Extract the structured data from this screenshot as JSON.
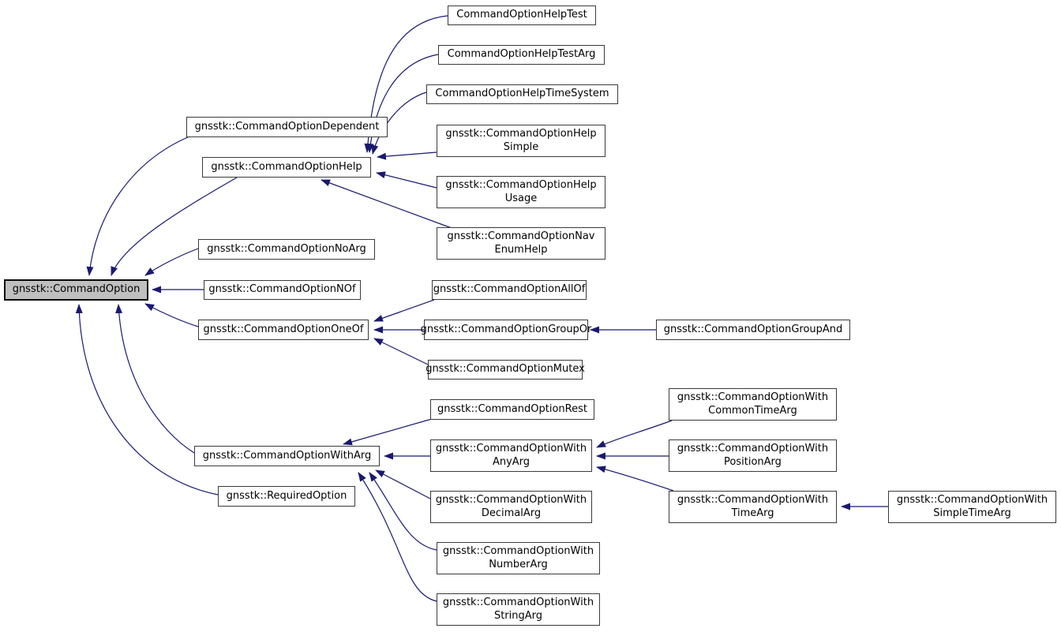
{
  "diagram": {
    "type": "class-inheritance-graph",
    "root_class": "gnsstk::CommandOption",
    "colors": {
      "edge": "#191970",
      "node_fill": "#ffffff",
      "node_border": "#3a3a3a",
      "root_fill": "#bfbfbf",
      "text": "#000000",
      "background": "#ffffff"
    },
    "nodes": [
      {
        "id": "command-option",
        "label": "gnsstk::CommandOption",
        "root": true
      },
      {
        "id": "dependent",
        "label": "gnsstk::CommandOptionDependent",
        "root": false
      },
      {
        "id": "help",
        "label": "gnsstk::CommandOptionHelp",
        "root": false
      },
      {
        "id": "help-test",
        "label": "CommandOptionHelpTest",
        "root": false
      },
      {
        "id": "help-test-arg",
        "label": "CommandOptionHelpTestArg",
        "root": false
      },
      {
        "id": "help-time-system",
        "label": "CommandOptionHelpTimeSystem",
        "root": false
      },
      {
        "id": "help-simple",
        "label": "gnsstk::CommandOptionHelp\nSimple",
        "root": false
      },
      {
        "id": "help-usage",
        "label": "gnsstk::CommandOptionHelp\nUsage",
        "root": false
      },
      {
        "id": "nav-enum-help",
        "label": "gnsstk::CommandOptionNav\nEnumHelp",
        "root": false
      },
      {
        "id": "no-arg",
        "label": "gnsstk::CommandOptionNoArg",
        "root": false
      },
      {
        "id": "nof",
        "label": "gnsstk::CommandOptionNOf",
        "root": false
      },
      {
        "id": "one-of",
        "label": "gnsstk::CommandOptionOneOf",
        "root": false
      },
      {
        "id": "all-of",
        "label": "gnsstk::CommandOptionAllOf",
        "root": false
      },
      {
        "id": "group-or",
        "label": "gnsstk::CommandOptionGroupOr",
        "root": false
      },
      {
        "id": "group-and",
        "label": "gnsstk::CommandOptionGroupAnd",
        "root": false
      },
      {
        "id": "mutex",
        "label": "gnsstk::CommandOptionMutex",
        "root": false
      },
      {
        "id": "rest",
        "label": "gnsstk::CommandOptionRest",
        "root": false
      },
      {
        "id": "with-arg",
        "label": "gnsstk::CommandOptionWithArg",
        "root": false
      },
      {
        "id": "with-any-arg",
        "label": "gnsstk::CommandOptionWith\nAnyArg",
        "root": false
      },
      {
        "id": "required-option",
        "label": "gnsstk::RequiredOption",
        "root": false
      },
      {
        "id": "with-decimal-arg",
        "label": "gnsstk::CommandOptionWith\nDecimalArg",
        "root": false
      },
      {
        "id": "with-number-arg",
        "label": "gnsstk::CommandOptionWith\nNumberArg",
        "root": false
      },
      {
        "id": "with-string-arg",
        "label": "gnsstk::CommandOptionWith\nStringArg",
        "root": false
      },
      {
        "id": "with-common-time-arg",
        "label": "gnsstk::CommandOptionWith\nCommonTimeArg",
        "root": false
      },
      {
        "id": "with-position-arg",
        "label": "gnsstk::CommandOptionWith\nPositionArg",
        "root": false
      },
      {
        "id": "with-time-arg",
        "label": "gnsstk::CommandOptionWith\nTimeArg",
        "root": false
      },
      {
        "id": "with-simple-time-arg",
        "label": "gnsstk::CommandOptionWith\nSimpleTimeArg",
        "root": false
      }
    ],
    "edges": [
      {
        "from": "dependent",
        "to": "command-option"
      },
      {
        "from": "help",
        "to": "command-option"
      },
      {
        "from": "no-arg",
        "to": "command-option"
      },
      {
        "from": "nof",
        "to": "command-option"
      },
      {
        "from": "one-of",
        "to": "command-option"
      },
      {
        "from": "with-arg",
        "to": "command-option"
      },
      {
        "from": "required-option",
        "to": "command-option"
      },
      {
        "from": "help-test",
        "to": "help"
      },
      {
        "from": "help-test-arg",
        "to": "help"
      },
      {
        "from": "help-time-system",
        "to": "help"
      },
      {
        "from": "help-simple",
        "to": "help"
      },
      {
        "from": "help-usage",
        "to": "help"
      },
      {
        "from": "nav-enum-help",
        "to": "help"
      },
      {
        "from": "all-of",
        "to": "one-of"
      },
      {
        "from": "group-or",
        "to": "one-of"
      },
      {
        "from": "mutex",
        "to": "one-of"
      },
      {
        "from": "group-and",
        "to": "group-or"
      },
      {
        "from": "rest",
        "to": "with-arg"
      },
      {
        "from": "with-any-arg",
        "to": "with-arg"
      },
      {
        "from": "with-decimal-arg",
        "to": "with-arg"
      },
      {
        "from": "with-number-arg",
        "to": "with-arg"
      },
      {
        "from": "with-string-arg",
        "to": "with-arg"
      },
      {
        "from": "with-common-time-arg",
        "to": "with-any-arg"
      },
      {
        "from": "with-position-arg",
        "to": "with-any-arg"
      },
      {
        "from": "with-time-arg",
        "to": "with-any-arg"
      },
      {
        "from": "with-simple-time-arg",
        "to": "with-time-arg"
      }
    ]
  }
}
